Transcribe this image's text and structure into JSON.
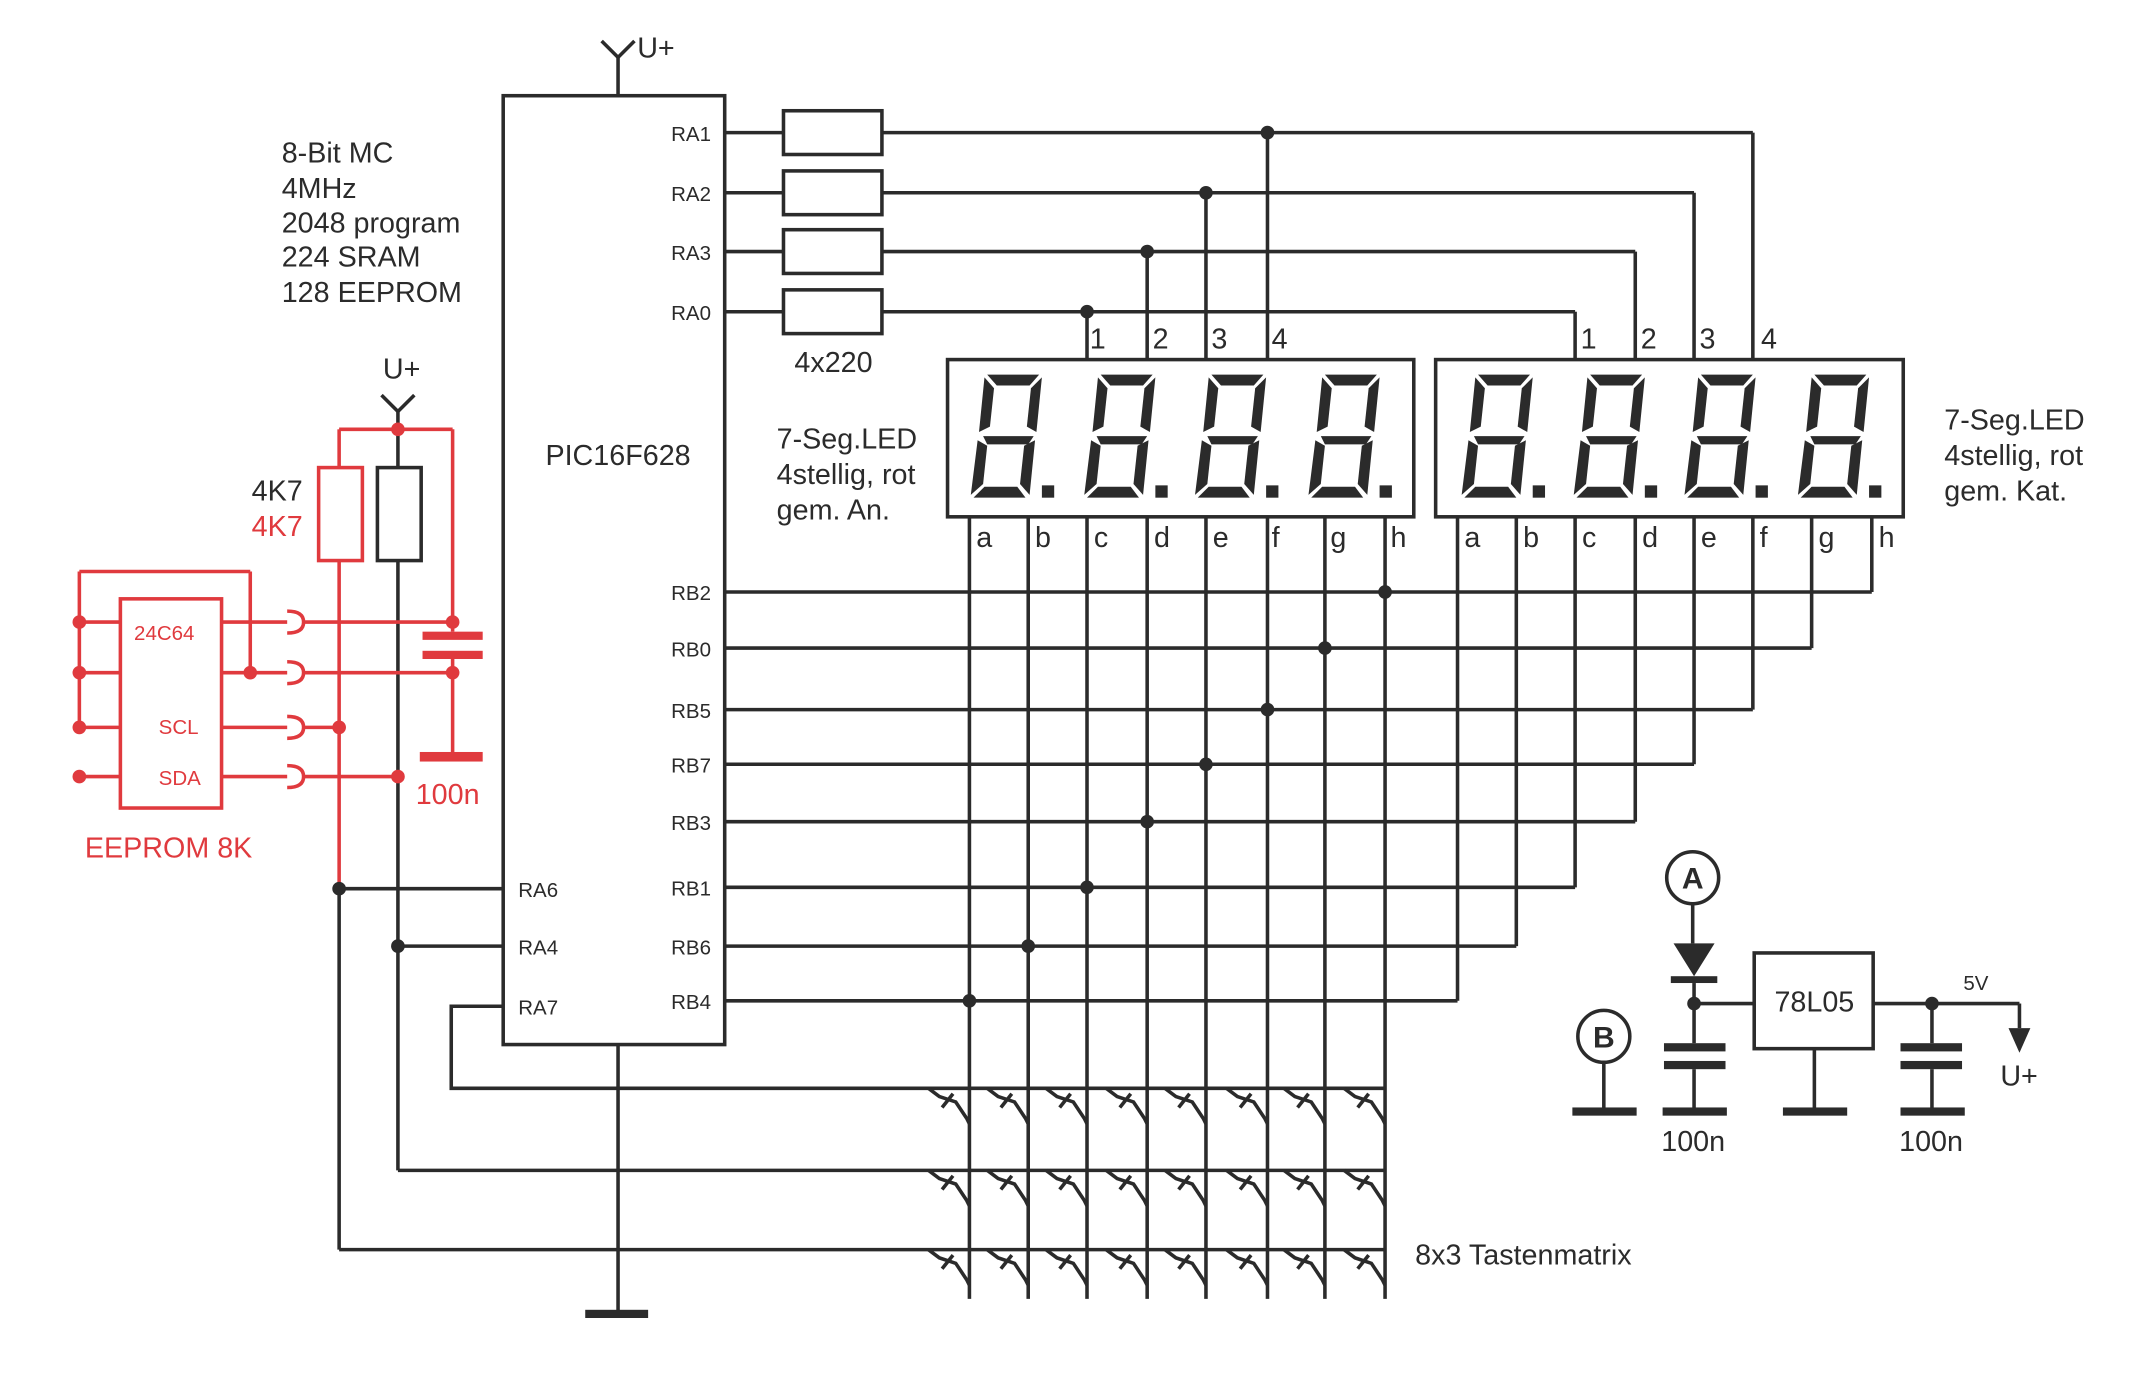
{
  "mcu": {
    "name": "PIC16F628",
    "specs": [
      "8-Bit MC",
      "4MHz",
      "2048 program",
      "224 SRAM",
      "128 EEPROM"
    ],
    "supply_label": "U+",
    "pins_right": [
      "RA1",
      "RA2",
      "RA3",
      "RA0",
      "RB2",
      "RB0",
      "RB5",
      "RB7",
      "RB3",
      "RB1",
      "RB6",
      "RB4"
    ],
    "pins_left": [
      "RA6",
      "RA4",
      "RA7"
    ]
  },
  "resistor_array": {
    "label": "4x220"
  },
  "display_left": {
    "label_lines": [
      "7-Seg.LED",
      "4stellig, rot",
      "gem. An."
    ],
    "digit_labels": [
      "1",
      "2",
      "3",
      "4"
    ],
    "segment_labels": [
      "a",
      "b",
      "c",
      "d",
      "e",
      "f",
      "g",
      "h"
    ]
  },
  "display_right": {
    "label_lines": [
      "7-Seg.LED",
      "4stellig, rot",
      "gem. Kat."
    ],
    "digit_labels": [
      "1",
      "2",
      "3",
      "4"
    ],
    "segment_labels": [
      "a",
      "b",
      "c",
      "d",
      "e",
      "f",
      "g",
      "h"
    ]
  },
  "pullups": {
    "supply_label": "U+",
    "resistor_black": "4K7",
    "resistor_red": "4K7",
    "cap_label": "100n"
  },
  "eeprom": {
    "chip": "24C64",
    "pin_scl": "SCL",
    "pin_sda": "SDA",
    "label": "EEPROM 8K"
  },
  "keypad": {
    "label": "8x3 Tastenmatrix"
  },
  "power": {
    "terminal_a": "A",
    "terminal_b": "B",
    "regulator": "78L05",
    "cap1_label": "100n",
    "cap2_label": "100n",
    "output_voltage": "5V",
    "output_label": "U+"
  },
  "colors": {
    "wire": "#2b2b2b",
    "eeprom_section": "#e03a3e",
    "background": "#ffffff"
  }
}
